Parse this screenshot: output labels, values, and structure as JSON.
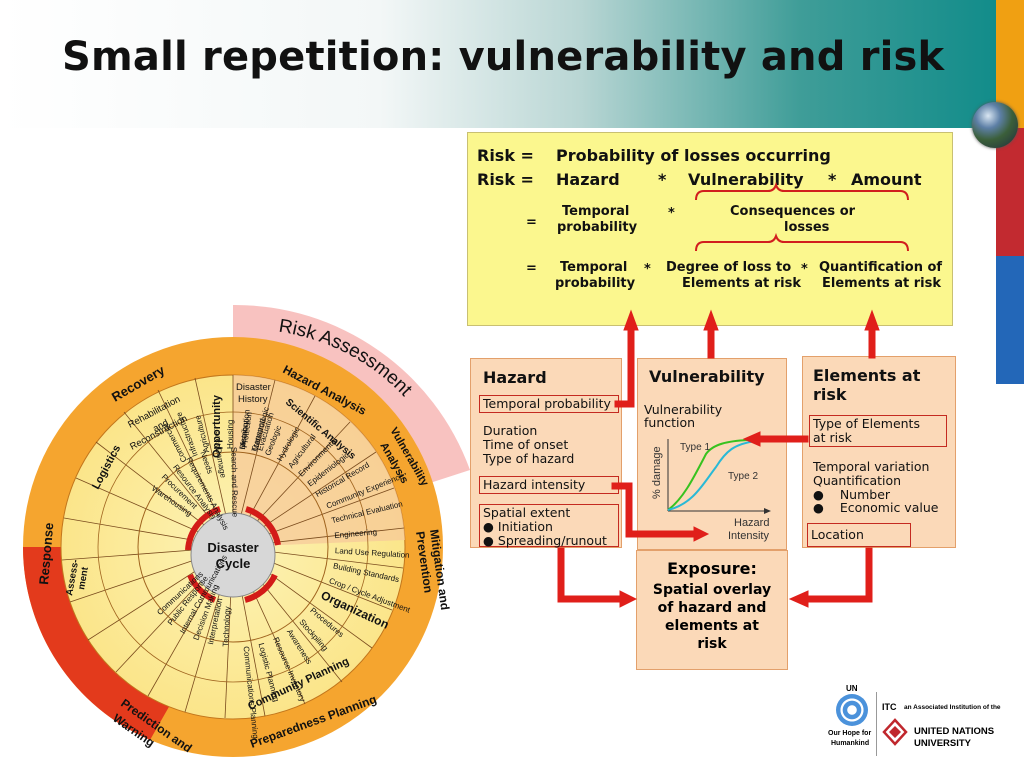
{
  "title": "Small repetition: vulnerability and risk",
  "colors": {
    "accent_teal": "#118c8a",
    "formula_fill": "#fbf78e",
    "box_fill": "#fbd9b8",
    "arrow_red": "#e01f1a"
  },
  "formula": {
    "line1_lhs": "Risk =",
    "line1_rhs": "Probability of losses occurring",
    "line2_lhs": "Risk =",
    "line2_hazard": "Hazard",
    "line2_op1": "*",
    "line2_vuln": "Vulnerability",
    "line2_op2": "*",
    "line2_amount": "Amount",
    "line3_eq": "=",
    "line3_a1": "Temporal",
    "line3_a2": "probability",
    "line3_op": "*",
    "line3_b1": "Consequences or",
    "line3_b2": "losses",
    "line4_eq": "=",
    "line4_a1": "Temporal",
    "line4_a2": "probability",
    "line4_op1": "*",
    "line4_b1": "Degree of loss to",
    "line4_b2": "Elements at risk",
    "line4_op2": "*",
    "line4_c1": "Quantification of",
    "line4_c2": "Elements at risk"
  },
  "hazard": {
    "title": "Hazard",
    "temporal": "Temporal probability",
    "duration": "Duration",
    "onset": "Time of onset",
    "type": "Type of hazard",
    "intensity": "Hazard intensity",
    "spatial": "Spatial extent",
    "initiation": "Initiation",
    "spreading": "Spreading/runout"
  },
  "vulnerability": {
    "title": "Vulnerability",
    "func1": "Vulnerability",
    "func2": "function",
    "type1": "Type 1",
    "type2": "Type 2",
    "ylabel": "% damage",
    "xlabel1": "Hazard",
    "xlabel2": "Intensity"
  },
  "elements": {
    "title1": "Elements at",
    "title2": "risk",
    "type1": "Type of Elements",
    "type2": "at risk",
    "temporal": "Temporal variation",
    "quant": "Quantification",
    "number": "Number",
    "economic": "Economic value",
    "location": "Location"
  },
  "exposure": {
    "title": "Exposure:",
    "l1": "Spatial overlay",
    "l2": "of hazard and",
    "l3": "elements at",
    "l4": "risk"
  },
  "wheel": {
    "center1": "Disaster",
    "center2": "Cycle",
    "risk_assessment": "Risk Assessment",
    "recovery": "Recovery",
    "response": "Response",
    "mitigation1": "Mitigation and",
    "mitigation2": "Prevention",
    "prediction1": "Prediction and",
    "prediction2": "Warning",
    "preparedness": "Preparedness Planning",
    "hazard_analysis": "Hazard Analysis",
    "vulnerability_analysis1": "Vulnerability",
    "vulnerability_analysis2": "Analysis",
    "opportunity": "Opportunity",
    "logistics": "Logistics",
    "organization": "Organization",
    "community_planning": "Community Planning",
    "rehab1": "Rehabilitation",
    "rehab2": "and",
    "rehab3": "Reconstruction",
    "disaster1": "Disaster",
    "disaster2": "History",
    "scientific": "Scientific Analysis",
    "assess1": "Assess-",
    "assess2": "ment",
    "right_list": [
      "Community Experience",
      "Technical Evaluation",
      "Engineering",
      "Land Use Regulation",
      "Building Standards",
      "Crop / Cycle Adjustment"
    ],
    "left_list": [
      "Warehousing",
      "Procurement",
      "Resource Analysis",
      "Requirements Analysis",
      "Needs",
      "Damage",
      "Search and Rescue",
      "Protection",
      "Evacuation"
    ],
    "bottom_list": [
      "Procedures",
      "Stockpiling",
      "Awareness",
      "Resource Inventory",
      "Logistic Planning",
      "Communications Planning",
      "Technology",
      "Interpretation",
      "Decision Making",
      "Internal Communications",
      "Public Response",
      "Communications"
    ],
    "top_list": [
      "Memory",
      "Meteorologic",
      "Geologic",
      "Hydrologic",
      "Agricultural",
      "Environmental",
      "Epidemiologic",
      "Historical Record"
    ],
    "top_left_list": [
      "Commercial",
      "Infrastructure",
      "Agriculture",
      "Water",
      "Housing",
      "Distribution",
      "Transport"
    ]
  },
  "logos": {
    "un": "UN",
    "un_motto1": "Our Hope for",
    "un_motto2": "Humankind",
    "itc": "ITC",
    "itc_desc": "an Associated Institution of the",
    "unu1": "UNITED NATIONS",
    "unu2": "UNIVERSITY"
  }
}
